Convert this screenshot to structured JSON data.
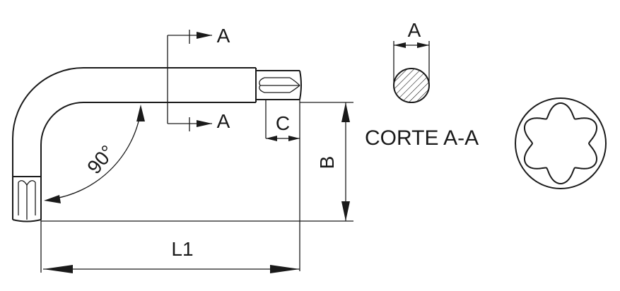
{
  "labels": {
    "section_mark_top": "A",
    "section_mark_bottom": "A",
    "section_width": "A",
    "dim_c": "C",
    "dim_b": "B",
    "dim_l1": "L1",
    "angle": "90°",
    "section_title": "CORTE A-A"
  },
  "colors": {
    "ink": "#1a1a1a",
    "background": "#ffffff"
  }
}
